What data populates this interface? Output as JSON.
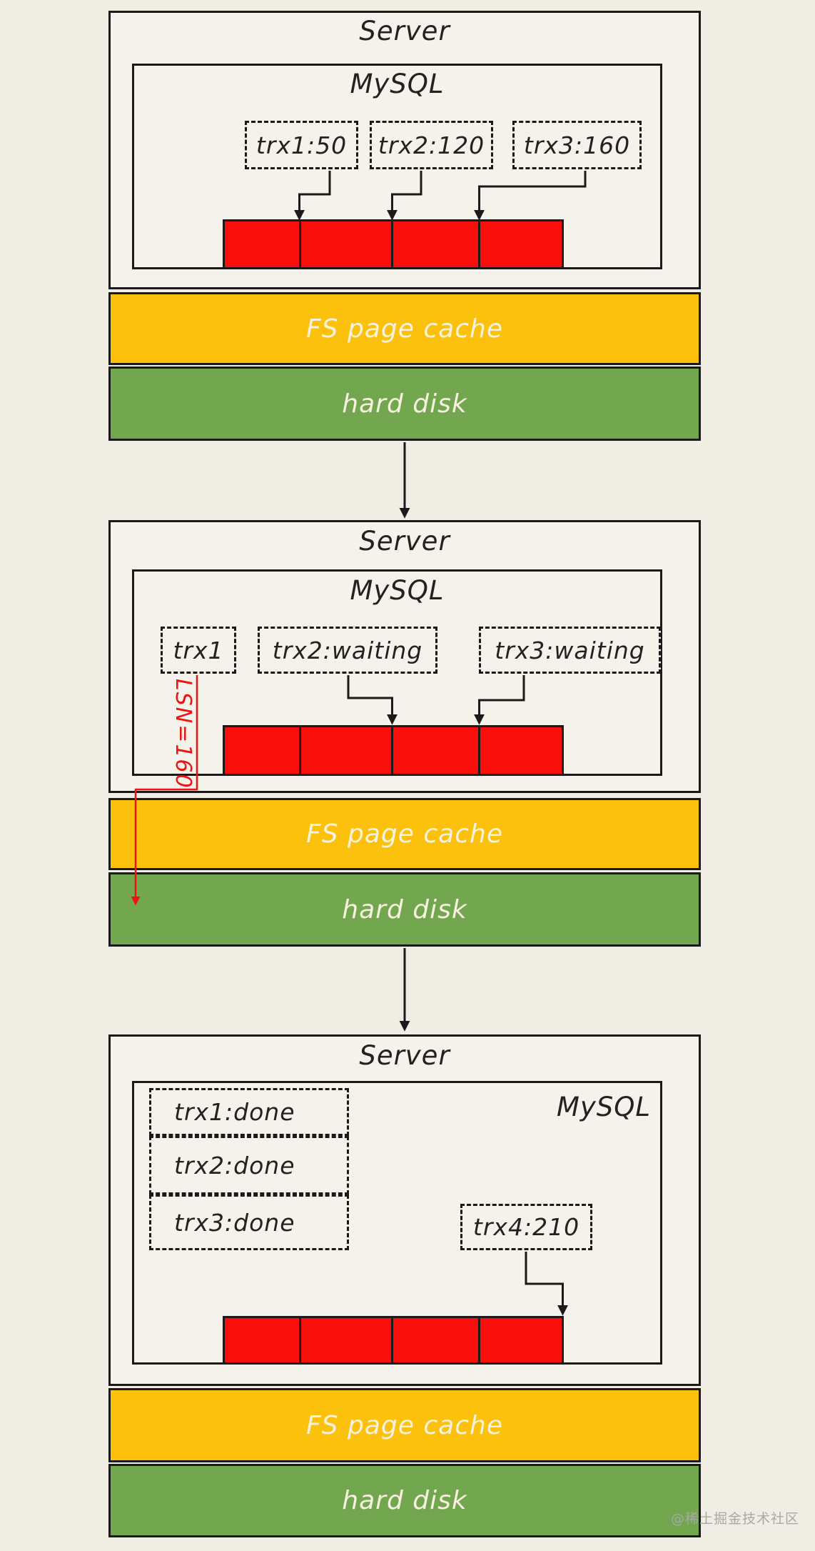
{
  "stages": [
    {
      "server": "Server",
      "mysql": "MySQL",
      "trx": [
        "trx1:50",
        "trx2:120",
        "trx3:160"
      ],
      "cache": "FS page cache",
      "disk": "hard disk"
    },
    {
      "server": "Server",
      "mysql": "MySQL",
      "trx": [
        "trx1",
        "trx2:waiting",
        "trx3:waiting"
      ],
      "lsn": "LSN=160",
      "cache": "FS page cache",
      "disk": "hard disk"
    },
    {
      "server": "Server",
      "mysql": "MySQL",
      "trx": [
        "trx1:done",
        "trx2:done",
        "trx3:done",
        "trx4:210"
      ],
      "cache": "FS page cache",
      "disk": "hard disk"
    }
  ],
  "watermark": "@稀土掘金技术社区",
  "colors": {
    "log_buffer": "#f80f0c",
    "page_cache": "#fcc10d",
    "hard_disk": "#73a74f",
    "lsn_line": "#ee1311",
    "border": "#1a1a1a",
    "background": "#efede4",
    "panel_fill": "#f4f2ea",
    "bar_text": "#f7f2df"
  }
}
